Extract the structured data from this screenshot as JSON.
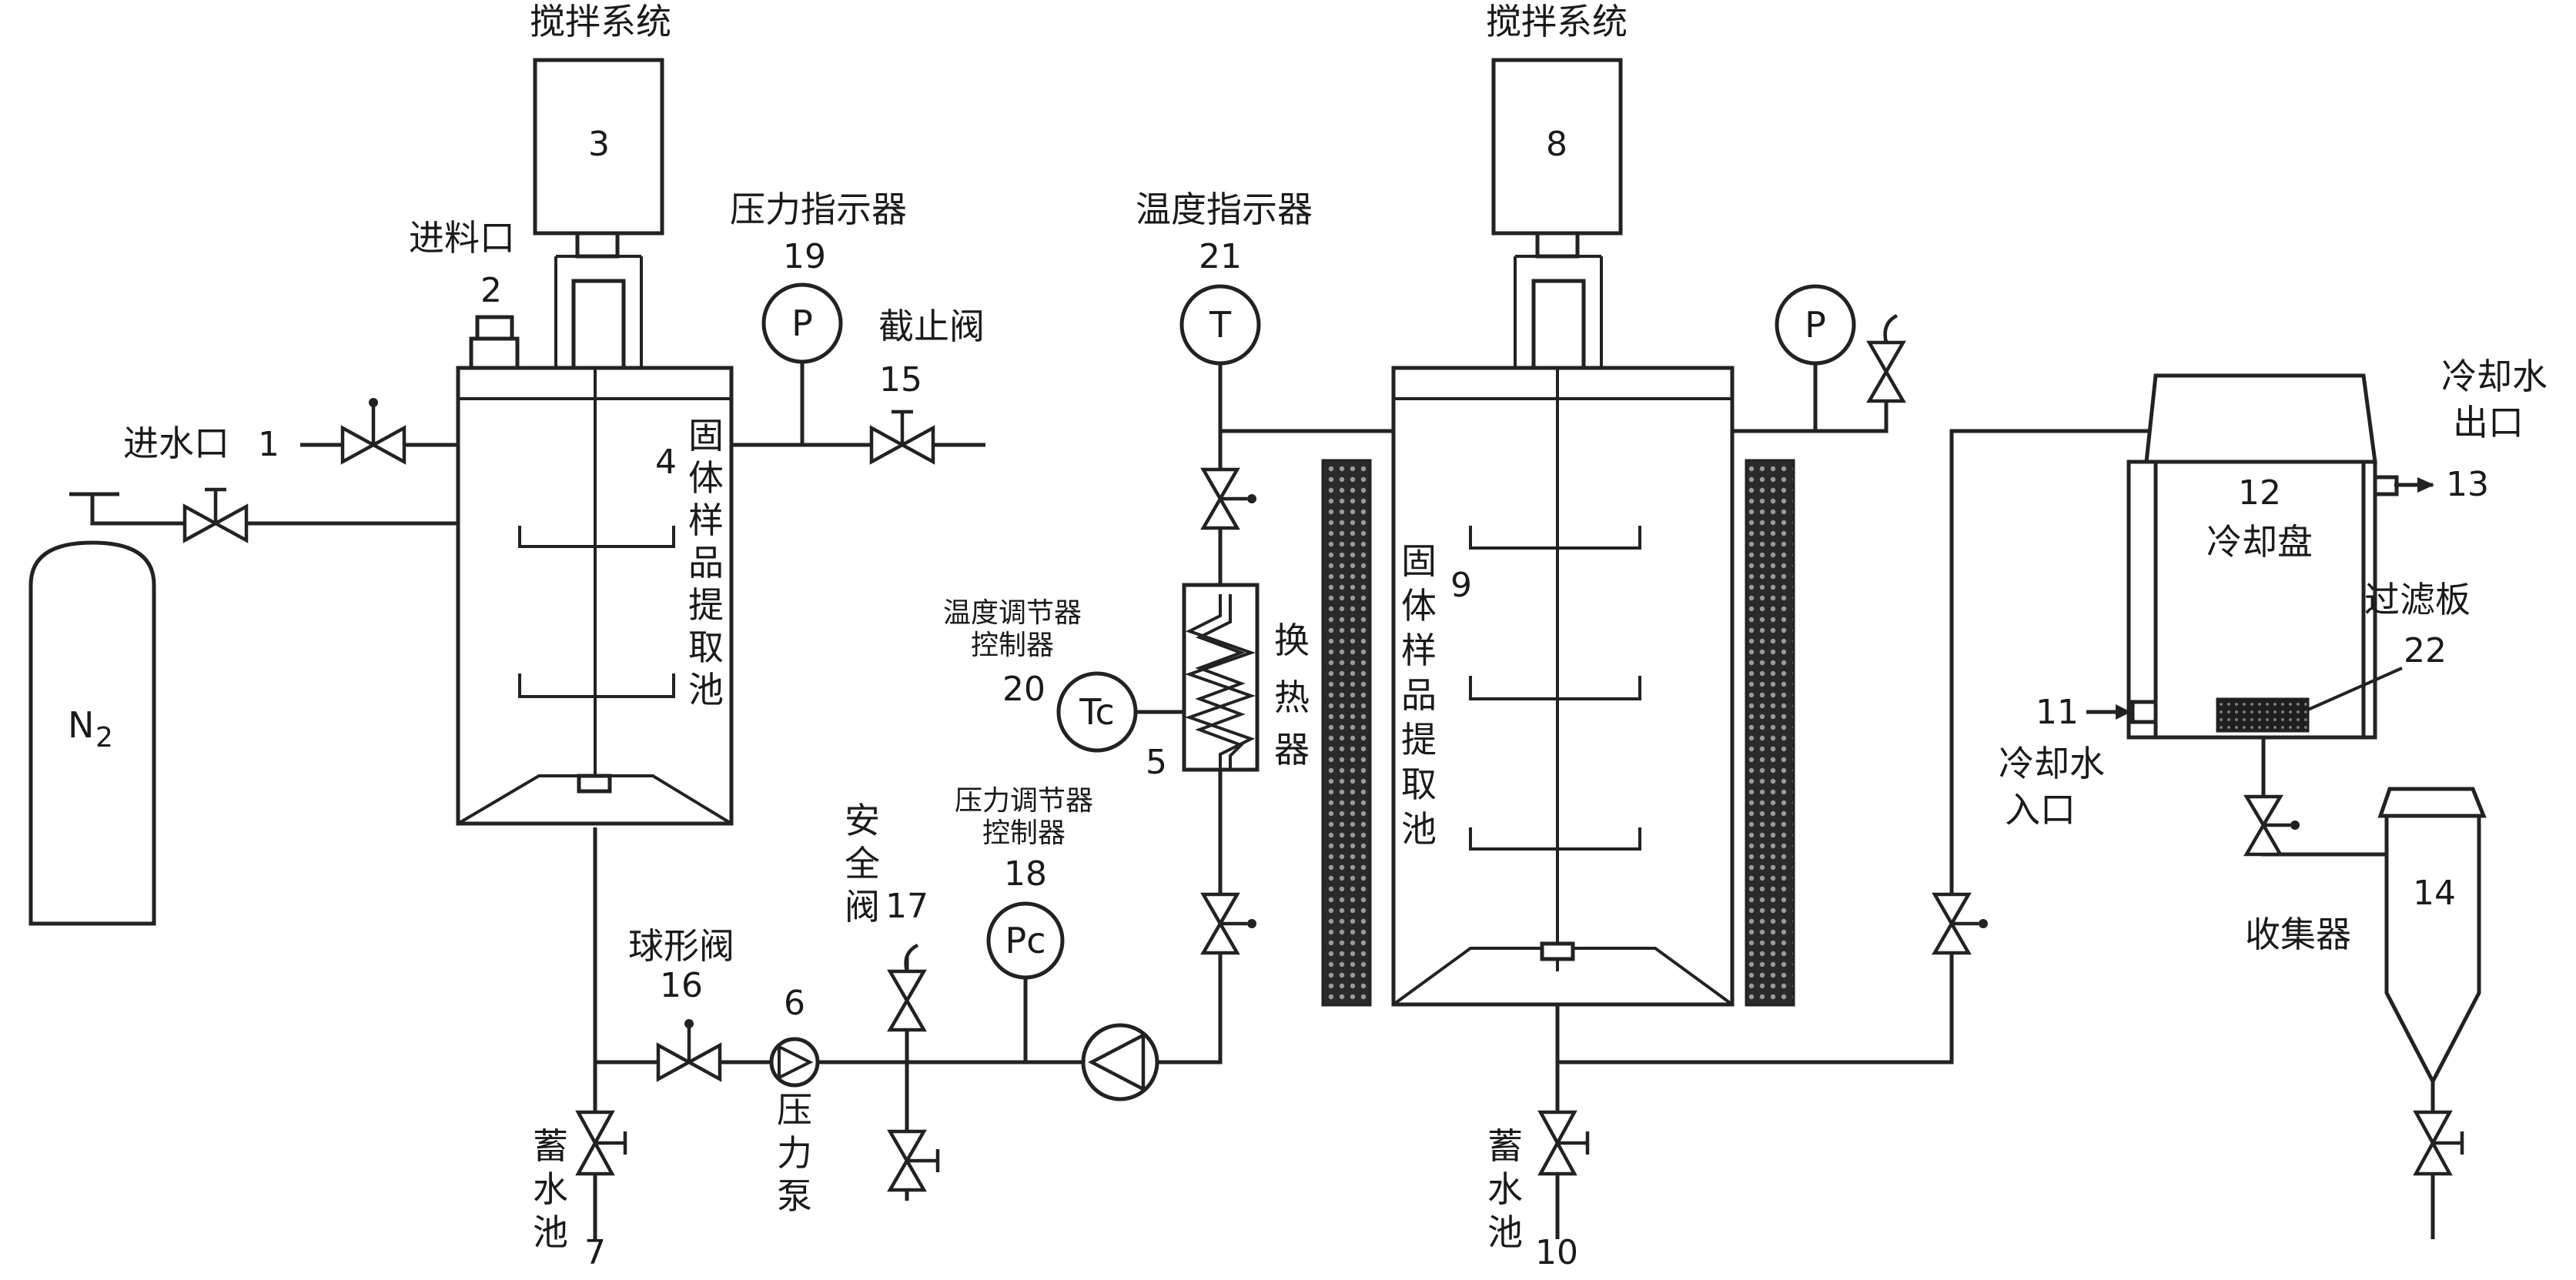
{
  "components": {
    "stirrer_1": {
      "title": "搅拌系统",
      "number": "3"
    },
    "stirrer_2": {
      "title": "搅拌系统",
      "number": "8"
    },
    "feed_port": {
      "label": "进料口",
      "number": "2"
    },
    "water_inlet": {
      "label": "进水口",
      "number": "1"
    },
    "nitrogen_cylinder": {
      "label": "N",
      "subscript": "2"
    },
    "pressure_indicator": {
      "label": "压力指示器",
      "number": "19",
      "symbol": "P"
    },
    "pressure_indicator_2": {
      "symbol": "P"
    },
    "stop_valve": {
      "label": "截止阀",
      "number": "15"
    },
    "extraction_tank_1": {
      "label_lines": [
        "固",
        "体",
        "样",
        "品",
        "提",
        "取",
        "池"
      ],
      "number": "4"
    },
    "extraction_tank_2": {
      "label_lines": [
        "固",
        "体",
        "样",
        "品",
        "提",
        "取",
        "池"
      ],
      "number": "9"
    },
    "temperature_indicator": {
      "label": "温度指示器",
      "number": "21",
      "symbol": "T"
    },
    "temperature_controller": {
      "label_lines": [
        "温度调节器",
        "控制器"
      ],
      "number": "20",
      "symbol": "Tc"
    },
    "heat_exchanger": {
      "label_lines": [
        "换",
        "热",
        "器"
      ],
      "number": "5"
    },
    "pressure_controller": {
      "label_lines": [
        "压力调节器",
        "控制器"
      ],
      "number": "18",
      "symbol": "Pc"
    },
    "safety_valve": {
      "label_lines": [
        "安",
        "全",
        "阀"
      ],
      "number": "17"
    },
    "ball_valve": {
      "label": "球形阀",
      "number": "16"
    },
    "pressure_pump": {
      "label_lines": [
        "压",
        "力",
        "泵"
      ],
      "number": "6"
    },
    "reservoir_1": {
      "label_lines": [
        "蓄",
        "水",
        "池"
      ],
      "number": "7"
    },
    "reservoir_2": {
      "label_lines": [
        "蓄",
        "水",
        "池"
      ],
      "number": "10"
    },
    "cooling_water_outlet": {
      "label_lines": [
        "冷却水",
        "出口"
      ],
      "number": "13"
    },
    "cooling_plate": {
      "label": "冷却盘",
      "number": "12"
    },
    "filter_plate": {
      "label": "过滤板",
      "number": "22"
    },
    "cooling_water_inlet": {
      "label_lines": [
        "冷却水",
        "入口"
      ],
      "number": "11"
    },
    "collector": {
      "label": "收集器",
      "number": "14"
    }
  }
}
